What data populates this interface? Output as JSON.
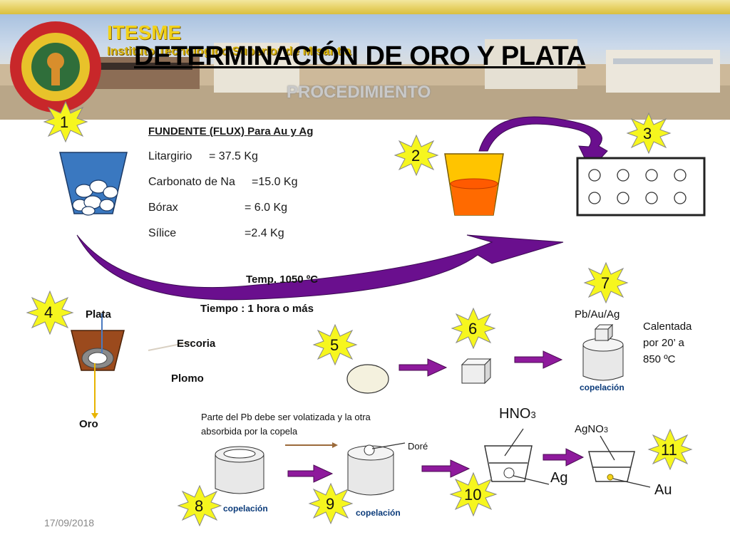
{
  "header": {
    "school_acronym": "ITESME",
    "school_name": "Instituto Tecnológico Superior de Misantla",
    "title": "DETERMINACIÓN DE ORO Y PLATA",
    "subtitle": "PROCEDIMIENTO"
  },
  "steps": [
    "1",
    "2",
    "3",
    "4",
    "5",
    "6",
    "7",
    "8",
    "9",
    "10",
    "11"
  ],
  "flux": {
    "heading": "FUNDENTE (FLUX) Para Au y Ag",
    "items": [
      {
        "name": "Litargirio",
        "value": "= 37.5 Kg"
      },
      {
        "name": "Carbonato de Na",
        "value": "=15.0 Kg"
      },
      {
        "name": "Bórax",
        "value": "= 6.0 Kg"
      },
      {
        "name": "Sílice",
        "value": "=2.4 Kg"
      }
    ]
  },
  "conditions": {
    "temp": "Temp. 1050 ºC",
    "time": "Tiempo : 1 hora o más"
  },
  "step4": {
    "plata": "Plata",
    "escoria": "Escoria",
    "plomo": "Plomo",
    "oro": "Oro"
  },
  "step7": {
    "label": "Pb/Au/Ag",
    "heat_line1": "Calentada",
    "heat_line2": "por 20’ a",
    "heat_line3": "850 ºC",
    "copelacion": "copelación"
  },
  "step8": {
    "note_line1": "Parte del Pb debe ser volatizada y la otra",
    "note_line2": "absorbida por la copela",
    "copelacion": "copelación"
  },
  "step9": {
    "dore": "Doré",
    "copelacion": "copelación"
  },
  "step10": {
    "reagent": "HNO",
    "reagent_sub": "3",
    "product": "Ag"
  },
  "step11": {
    "reagent": "AgNO",
    "reagent_sub": "3",
    "product": "Au"
  },
  "footer": {
    "date": "17/09/2018"
  },
  "colors": {
    "purple": "#6a0f8e",
    "star": "#f6f61e",
    "blue_crucible": "#3a78c0",
    "orange": "#ff6a00",
    "yellow": "#ffc400",
    "brown": "#a0522d"
  }
}
